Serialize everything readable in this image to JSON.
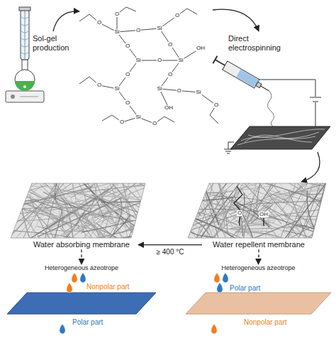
{
  "diagram": {
    "nodes": [
      {
        "text": [
          "Water absorbing membrane"
        ]
      },
      {
        "text": [
          "Water repellent membrane"
        ]
      },
      {
        "text": [
          "Heterogeneous azeotrope",
          "Nonpolar part",
          "Polar part"
        ]
      },
      {
        "text": [
          "Heterogeneous azeotrope",
          "Polar part",
          "Nonpolar part"
        ]
      }
    ],
    "edges": [
      {
        "from": 1,
        "to": 0,
        "arrow": "to",
        "label": "≥ 400 °C"
      },
      {
        "from": 0,
        "to": 2,
        "arrow": "to"
      },
      {
        "from": 1,
        "to": 3,
        "arrow": "to"
      }
    ],
    "labels": [
      "Sol-gel production",
      "Si",
      "Si",
      "Si",
      "Si",
      "Si",
      "Si",
      "Si",
      "Si",
      "O",
      "O",
      "O",
      "O",
      "O",
      "O",
      "O",
      "O",
      "OH",
      "OH",
      "O",
      "O",
      "O",
      "O",
      "O",
      "O",
      "O",
      "Direct electrospinning",
      "O",
      "OH"
    ]
  }
}
